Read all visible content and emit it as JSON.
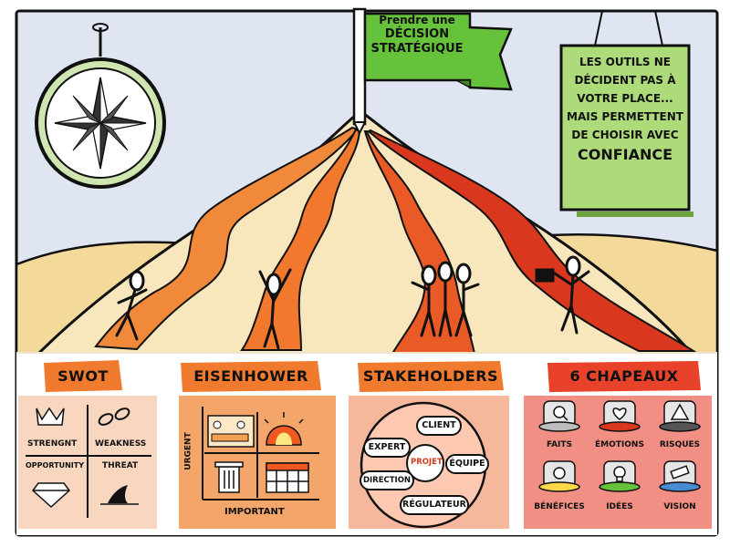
{
  "flag": {
    "line1": "Prendre une",
    "line2": "Décision",
    "line3": "stratégique"
  },
  "sign": {
    "l1": "Les outils ne",
    "l2": "décident pas à",
    "l3": "votre place...",
    "l4": "Mais permettent",
    "l5": "de choisir avec",
    "l6": "Confiance"
  },
  "sections": {
    "swot": {
      "title": "SWOT",
      "strength": "Strengnt",
      "weakness": "Weakness",
      "opportunity": "Opportunity",
      "threat": "Threat"
    },
    "eisenhower": {
      "title": "Eisenhower",
      "urgent": "Urgent",
      "important": "Important"
    },
    "stakeholders": {
      "title": "Stakeholders",
      "center": "Projet",
      "client": "Client",
      "expert": "Expert",
      "equipe": "Équipe",
      "direction": "Direction",
      "regulateur": "Régulateur"
    },
    "hats": {
      "title": "6 chapeaux",
      "items": [
        "Faits",
        "Émotions",
        "Risques",
        "Bénéfices",
        "Idées",
        "Vision"
      ]
    }
  },
  "colors": {
    "sky": "#dfe6f2",
    "mountain": "#f8e6bc",
    "path_orange": "#f08a3a",
    "path_red": "#d9371e",
    "flag_green": "#66c23a",
    "sign_green": "#aedb7a",
    "tag_orange": "#f07a2e",
    "panel_swot": "#f9d6bf",
    "panel_eisen": "#f4a56a",
    "panel_stake": "#f6b89d",
    "panel_hats": "#f28f84"
  },
  "icons": [
    "compass-icon",
    "flag-icon",
    "sign-icon",
    "crown-icon",
    "broken-chain-icon",
    "diamond-icon",
    "shark-fin-icon",
    "meeting-icon",
    "alarm-icon",
    "trash-icon",
    "calendar-icon",
    "magnifier-icon",
    "heart-icon",
    "warning-icon",
    "sun-icon",
    "lightbulb-icon",
    "telescope-icon"
  ]
}
